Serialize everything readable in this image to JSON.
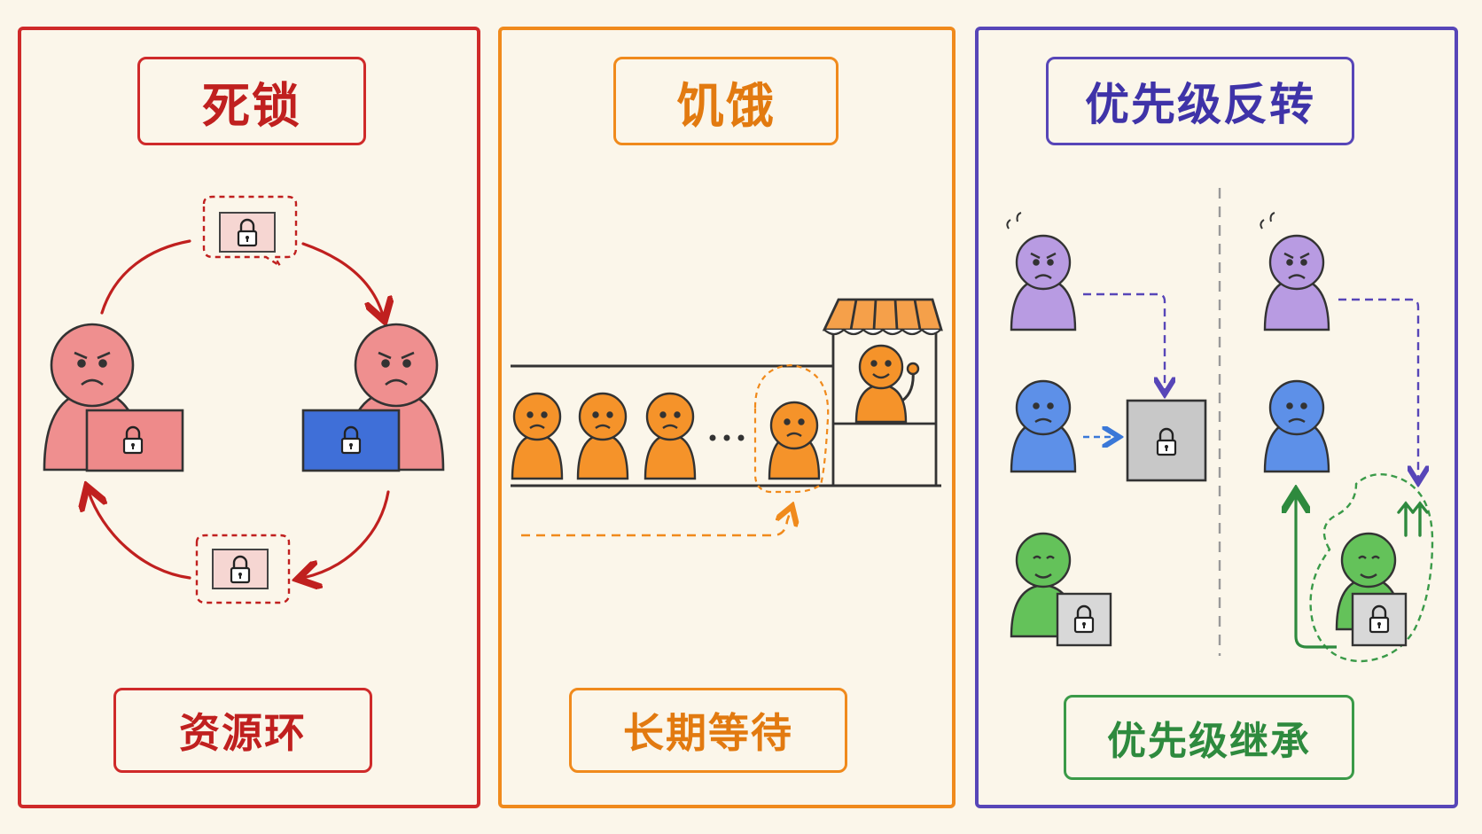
{
  "panels": {
    "deadlock": {
      "title": "死锁",
      "caption": "资源环"
    },
    "starvation": {
      "title": "饥饿",
      "caption": "长期等待"
    },
    "inversion": {
      "title": "优先级反转",
      "caption": "优先级继承"
    }
  },
  "icons": {
    "deadlock": [
      "angry-person-icon",
      "laptop-lock-icon",
      "lock-icon",
      "cycle-arrow-icon"
    ],
    "starvation": [
      "sad-person-icon",
      "ellipsis-icon",
      "market-stall-icon",
      "happy-vendor-icon"
    ],
    "inversion": [
      "high-priority-person-icon",
      "medium-priority-person-icon",
      "low-priority-person-icon",
      "lock-box-icon",
      "priority-up-arrows-icon"
    ]
  },
  "colors": {
    "deadlock": "#cf2a2a",
    "starvation": "#f08a1c",
    "inversion": "#5746b8",
    "inheritance": "#3a9a48"
  }
}
